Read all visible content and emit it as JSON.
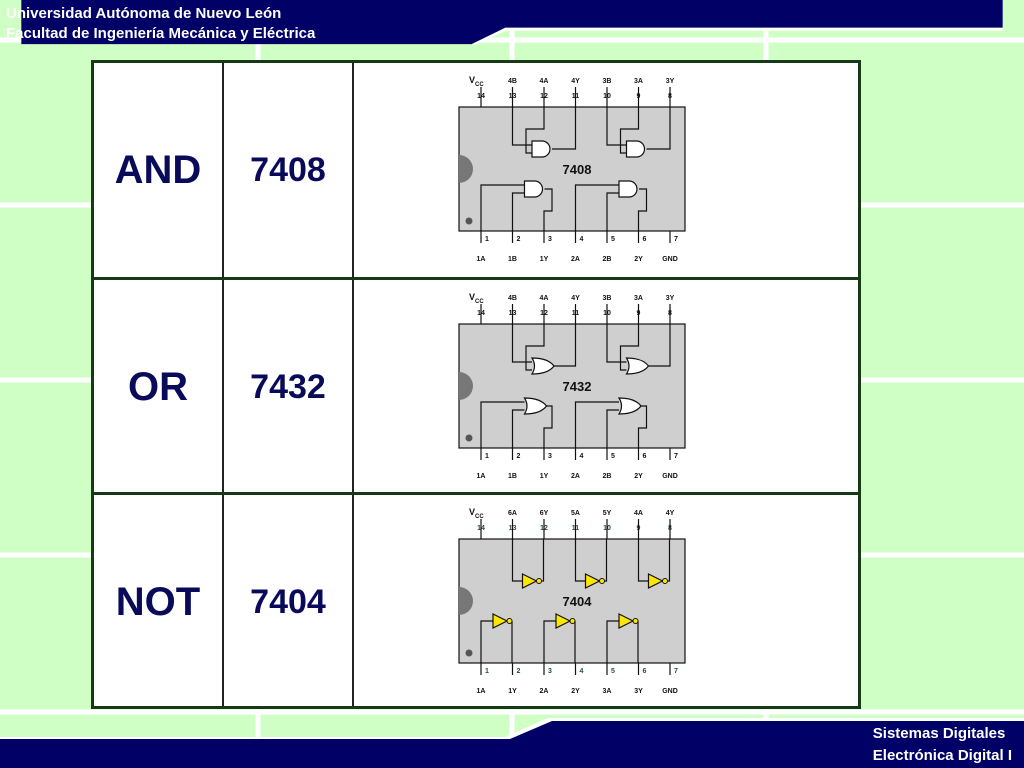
{
  "header": {
    "line1": "Universidad Autónoma de Nuevo León",
    "line2": "Facultad de Ingeniería Mecánica y Eléctrica"
  },
  "footer": {
    "line1": "Sistemas Digitales",
    "line2": "Electrónica Digital I"
  },
  "colors": {
    "navy": "#000066",
    "background": "#cfffc4",
    "border": "#163a16",
    "chip_body": "#cfcfcf",
    "inverter": "#ffe600"
  },
  "rows": [
    {
      "gate": "AND",
      "chip": "7408",
      "diagram": {
        "label": "7408",
        "vcc": "V",
        "vcc_sub": "CC",
        "top_pins": [
          "14",
          "13",
          "12",
          "11",
          "10",
          "9",
          "8"
        ],
        "top_labels": [
          "",
          "4B",
          "4A",
          "4Y",
          "3B",
          "3A",
          "3Y"
        ],
        "bottom_pins": [
          "1",
          "2",
          "3",
          "4",
          "5",
          "6",
          "7"
        ],
        "bottom_labels": [
          "1A",
          "1B",
          "1Y",
          "2A",
          "2B",
          "2Y",
          "GND"
        ],
        "gate_shape": "and"
      }
    },
    {
      "gate": "OR",
      "chip": "7432",
      "diagram": {
        "label": "7432",
        "vcc": "V",
        "vcc_sub": "CC",
        "top_pins": [
          "14",
          "13",
          "12",
          "11",
          "10",
          "9",
          "8"
        ],
        "top_labels": [
          "",
          "4B",
          "4A",
          "4Y",
          "3B",
          "3A",
          "3Y"
        ],
        "bottom_pins": [
          "1",
          "2",
          "3",
          "4",
          "5",
          "6",
          "7"
        ],
        "bottom_labels": [
          "1A",
          "1B",
          "1Y",
          "2A",
          "2B",
          "2Y",
          "GND"
        ],
        "gate_shape": "or"
      }
    },
    {
      "gate": "NOT",
      "chip": "7404",
      "diagram": {
        "label": "7404",
        "vcc": "V",
        "vcc_sub": "CC",
        "top_pins": [
          "14",
          "13",
          "12",
          "11",
          "10",
          "9",
          "8"
        ],
        "top_labels": [
          "",
          "6A",
          "6Y",
          "5A",
          "5Y",
          "4A",
          "4Y"
        ],
        "bottom_pins": [
          "1",
          "2",
          "3",
          "4",
          "5",
          "6",
          "7"
        ],
        "bottom_labels": [
          "1A",
          "1Y",
          "2A",
          "2Y",
          "3A",
          "3Y",
          "GND"
        ],
        "gate_shape": "not"
      }
    }
  ]
}
